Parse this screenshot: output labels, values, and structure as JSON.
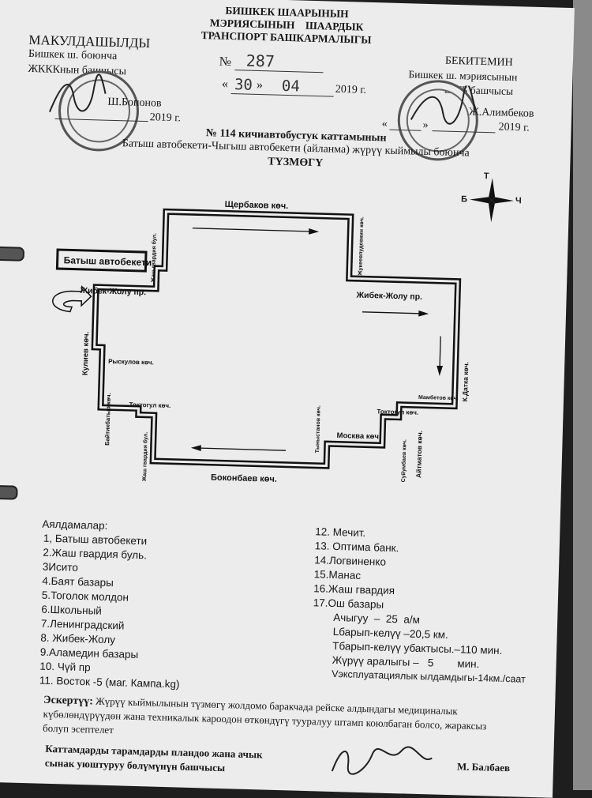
{
  "header": {
    "line1": "БИШКЕК ШААРЫНЫН",
    "line2": "МЭРИЯСЫНЫН    ШААРДЫК",
    "line3": "ТРАНСПОРТ БАШКАРМАЛЫГЫ"
  },
  "approval_left": {
    "title": "МАКУЛДАШЫЛДЫ",
    "line1": "Бишкек ш. боюнча",
    "line2": "ЖКККнын башчысы",
    "name": "Ш.Бопонов",
    "year": "2019 г."
  },
  "approval_right": {
    "title": "БЕКИТЕМИН",
    "line1": "Бишкек ш. мэриясынын",
    "line2": "ШТБ башчысы",
    "name": "Ж.Алимбеков",
    "year": "2019 г.",
    "date_open": "«",
    "date_close": "»"
  },
  "document_number": {
    "label": "№",
    "value": "287",
    "quote_open": "«",
    "day": "30",
    "quote_close": "»",
    "month": "04",
    "year": "2019 г."
  },
  "title": {
    "line1": "№ 114 кичиавтобустук каттамынын",
    "line2": "Батыш автобекети-Чыгыш автобекети (айланма) жүрүү кыймылы боюнча",
    "line3": "ТҮЗМӨГҮ"
  },
  "compass": {
    "north": "Т",
    "south": "",
    "west": "Б",
    "east": "Ч"
  },
  "map": {
    "terminal": "Батыш автобекети",
    "streets": {
      "top": "Щербаков көч.",
      "bottom": "Боконбаев көч.",
      "zhibek_left": "Жибек-Жолу пр.",
      "zhibek_right": "Жибек-Жолу пр.",
      "kulev": "Кулиев көч.",
      "ryskulov": "Рыскулов көч.",
      "baitik": "Байтикбатыр көч.",
      "toktogul_left": "Токтогул көч.",
      "zhash_bottom": "Жаш гвардия бул.",
      "zhash_top": "Жаш гвардия бул.",
      "zhukeev": "Жукеевпудовкин көч.",
      "kdatka": "К.Датка көч.",
      "mambetov": "Мамбетов көч.",
      "toktogul_right": "Токтогул көч.",
      "aitmatov": "Айтматов көч.",
      "suyumbaev": "Суйумбаев көч.",
      "moskva": "Москва көч.",
      "tynystanov": "Тыныстанов көч."
    }
  },
  "stops": {
    "heading": "Аялдамалар:",
    "left": [
      "1, Батыш автобекети",
      "2.Жаш гвардия буль.",
      "3Исито",
      "4.Баят  базары",
      "5.Тоголок молдон",
      "6.Школьный",
      "7.Ленинградский",
      "8. Жибек-Жолу",
      "9.Аламедин базары",
      "10. Чүй пр",
      "11. Восток -5 (маг. Кампа.kg)"
    ],
    "right": [
      "12. Мечит.",
      "13. Оптима банк.",
      "14.Логвиненко",
      "15.Манас",
      "16.Жаш гвардия",
      "17.Ош базары"
    ]
  },
  "params": [
    "Ачыгуу  –  25  а/м",
    "Lбарып-келүү –20,5 км.",
    "Тбарып-келүү убактысы.–110 мин.",
    "Жүрүү аралыгы –   5        мин.",
    "Vэксплуатациялык ылдамдыгы-14км./саат"
  ],
  "note": {
    "label": "Эскертүү:",
    "line1": "Жүрүү кыймылынын түзмөгү жолдомо баракчада рейске алдындагы медициналык",
    "line2": "күбөлөндүрүүдөн жана техникалык кароодон өткөндүгү тууралуу штамп коюлбаган болсо, жараксыз",
    "line3": "болуп эсептелет"
  },
  "footer": {
    "line1": "Каттамдарды тарамдарды пландоо жана ачык",
    "line2": "сынак уюштуруу бөлүмүнүн башчысы",
    "name": "М. Балбаев"
  }
}
